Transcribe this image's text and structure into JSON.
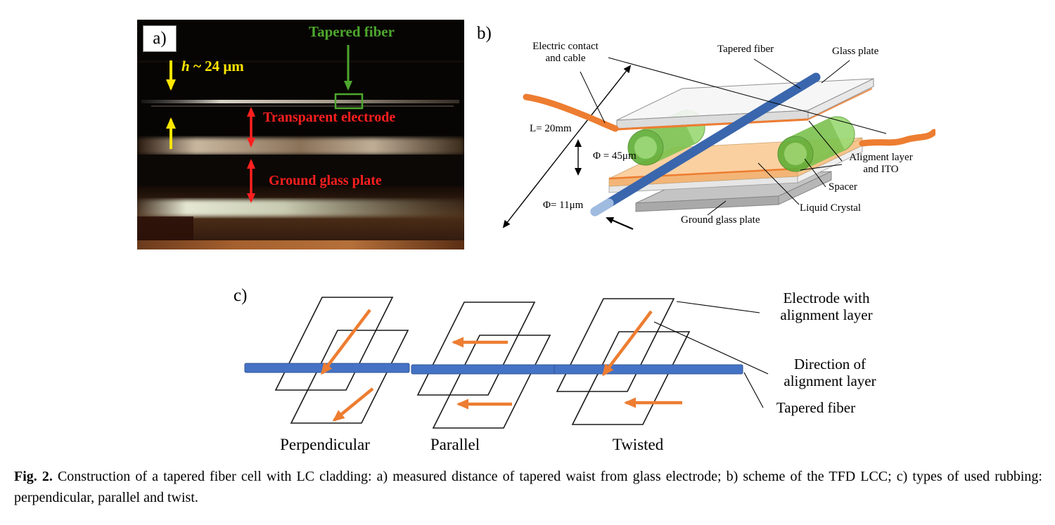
{
  "figure": {
    "caption_label": "Fig. 2.",
    "caption_text": "Construction of a tapered fiber cell with LC cladding: a) measured distance of tapered waist from glass electrode; b) scheme of the TFD LCC; c) types of used rubbing: perpendicular, parallel and twist."
  },
  "panel_a": {
    "label": "a)",
    "h_symbol": "h",
    "h_value": "~ 24 μm",
    "tapered_fiber_label": "Tapered fiber",
    "transparent_electrode_label": "Transparent electrode",
    "ground_glass_label": "Ground glass plate"
  },
  "panel_b": {
    "label": "b)",
    "electric_contact_label": "Electric contact and cable",
    "tapered_fiber_label": "Tapered fiber",
    "glass_plate_label": "Glass plate",
    "length_label": "L= 20mm",
    "spacer_diameter_label": "Φ = 45μm",
    "fiber_diameter_label": "Φ= 11μm",
    "ground_glass_label": "Ground glass plate",
    "liquid_crystal_label": "Liquid Crystal",
    "spacer_label": "Spacer",
    "alignment_ito_label": "Aligment layer and ITO"
  },
  "panel_c": {
    "label": "c)",
    "configs": [
      {
        "name": "Perpendicular"
      },
      {
        "name": "Parallel"
      },
      {
        "name": "Twisted"
      }
    ],
    "legend_electrode": "Electrode with alignment layer",
    "legend_direction": "Direction of alignment layer",
    "legend_fiber": "Tapered fiber"
  },
  "colors": {
    "arrow_orange": "#ed7d31",
    "fiber_blue": "#4472c4",
    "spacer_green": "#6ab73e",
    "annotation_yellow": "#ffe600",
    "annotation_red": "#ff2020",
    "annotation_green": "#4ea72e"
  }
}
